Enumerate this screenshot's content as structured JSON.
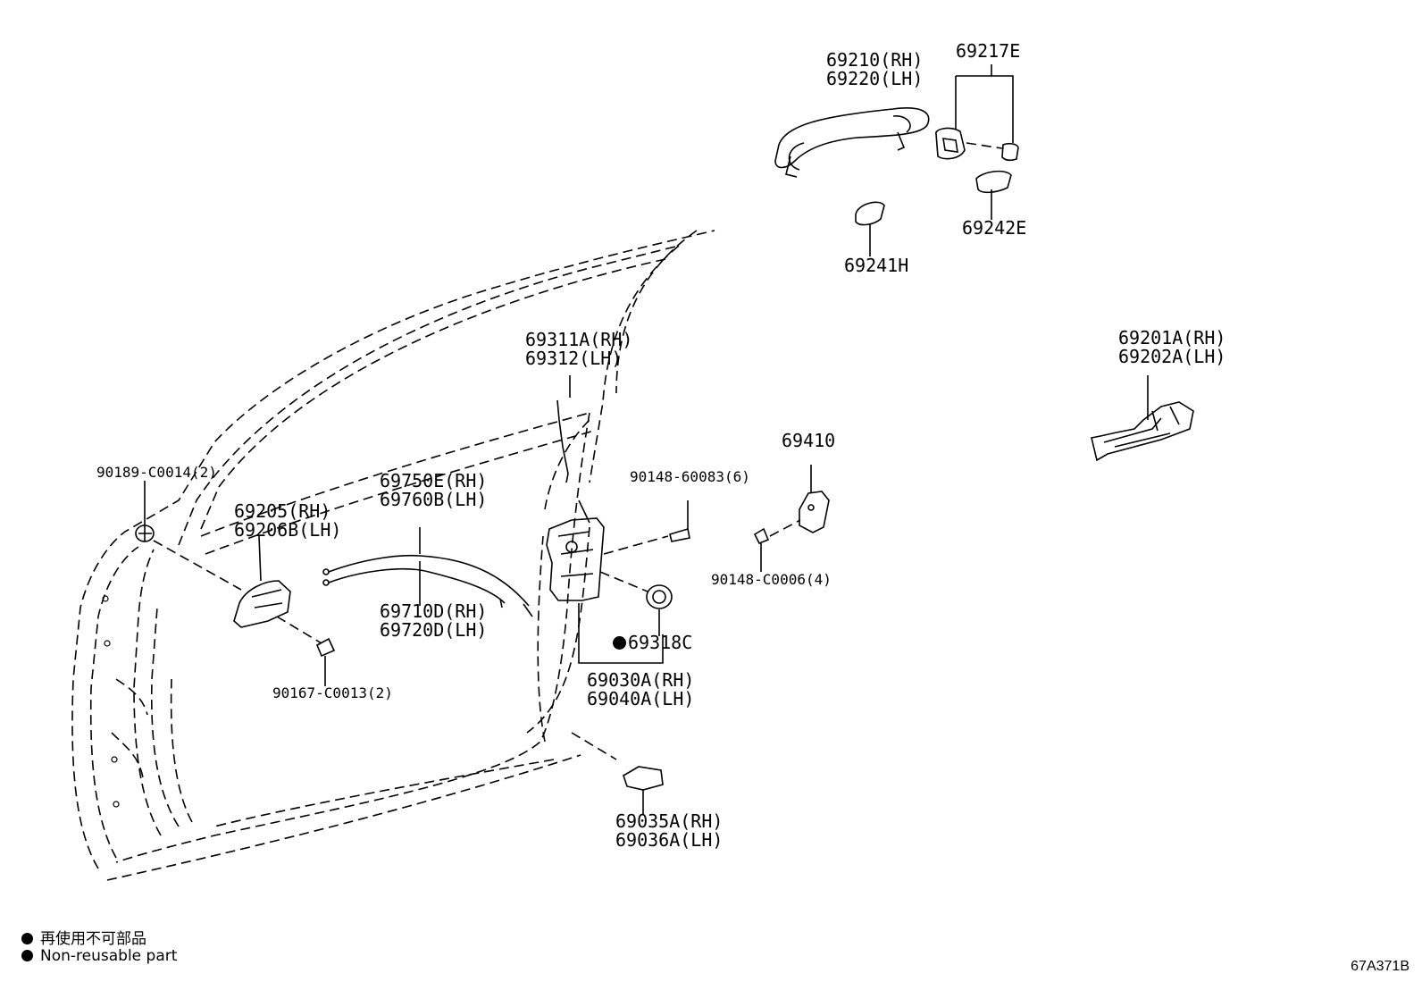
{
  "parts": {
    "p69210": "69210(RH)",
    "p69220": "69220(LH)",
    "p69217E": "69217E",
    "p69242E": "69242E",
    "p69241H": "69241H",
    "p69201A": "69201A(RH)",
    "p69202A": "69202A(LH)",
    "p69311A": "69311A(RH)",
    "p69312": "69312(LH)",
    "p69410": "69410",
    "p90148_60083": "90148-60083(6)",
    "p90148_C0006": "90148-C0006(4)",
    "p90189": "90189-C0014(2)",
    "p69205": "69205(RH)",
    "p69206B": "69206B(LH)",
    "p69750E": "69750E(RH)",
    "p69760B": "69760B(LH)",
    "p69710D": "69710D(RH)",
    "p69720D": "69720D(LH)",
    "p69318C": "69318C",
    "p69030A": "69030A(RH)",
    "p69040A": "69040A(LH)",
    "p90167": "90167-C0013(2)",
    "p69035A": "69035A(RH)",
    "p69036A": "69036A(LH)"
  },
  "legend": {
    "jp": "再使用不可部品",
    "en": "Non-reusable part"
  },
  "diagram_code": "67A371B"
}
